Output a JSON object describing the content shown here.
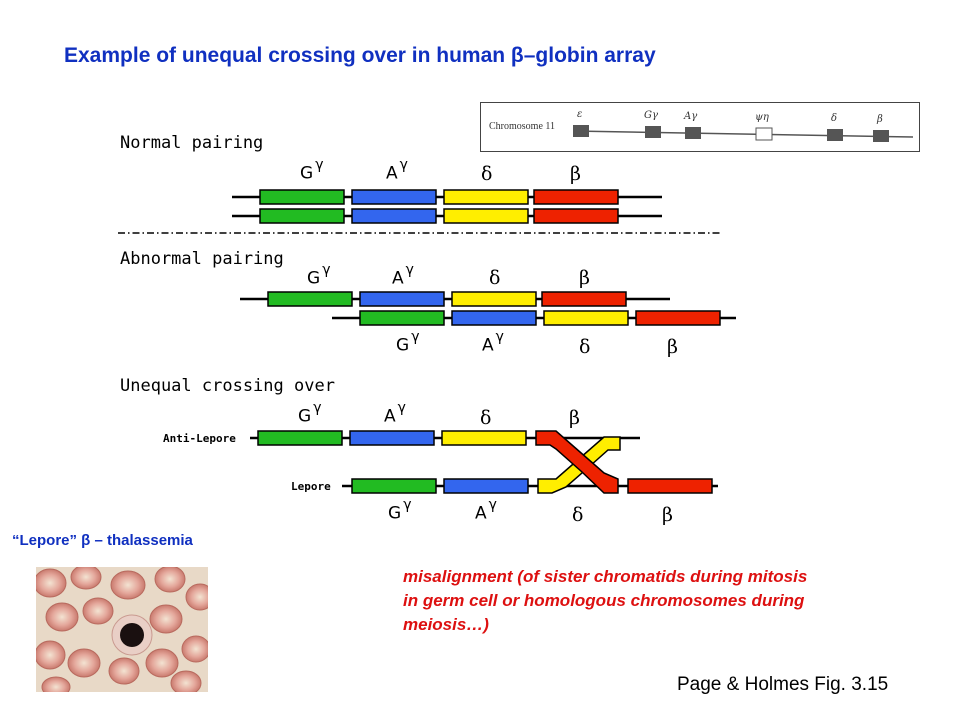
{
  "title": "Example of unequal crossing over in human β–globin array",
  "sections": {
    "normal": "Normal pairing",
    "abnormal": "Abnormal pairing",
    "unequal": "Unequal crossing over"
  },
  "genes": {
    "g_base": "G",
    "a_base": "A",
    "gamma": "γ",
    "delta": "δ",
    "beta": "β"
  },
  "strands": {
    "anti_lepore": "Anti-Lepore",
    "lepore": "Lepore"
  },
  "chromosome_inset": {
    "label": "Chromosome 11",
    "genes": [
      "ε",
      "Gγ",
      "Aγ",
      "ψη",
      "δ",
      "β"
    ]
  },
  "colors": {
    "title": "#1030c0",
    "green": "#22bb22",
    "blue": "#3366ee",
    "yellow": "#ffee00",
    "red": "#ee2200",
    "note": "#dd1010"
  },
  "lepore_caption": "“Lepore”  β – thalassemia",
  "note": "misalignment (of sister chromatids during mitosis in germ cell or homologous chromosomes during meiosis…)",
  "citation": "Page & Holmes Fig. 3.15"
}
